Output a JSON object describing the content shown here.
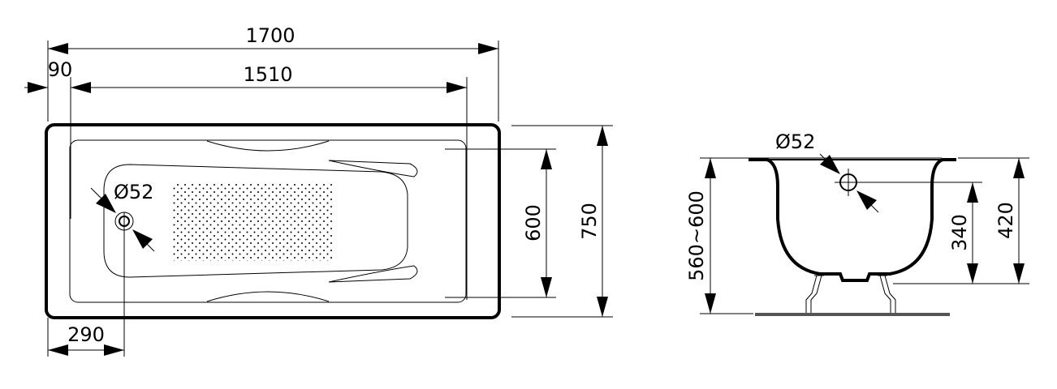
{
  "top_view": {
    "overall_length": "1700",
    "inner_length": "1510",
    "rim_offset": "90",
    "drain_offset": "290",
    "drain_diameter": "Ø52",
    "inner_width": "600",
    "overall_width": "750"
  },
  "side_view": {
    "drain_diameter": "Ø52",
    "total_height": "560~600",
    "drain_height": "340",
    "tub_depth": "420"
  }
}
